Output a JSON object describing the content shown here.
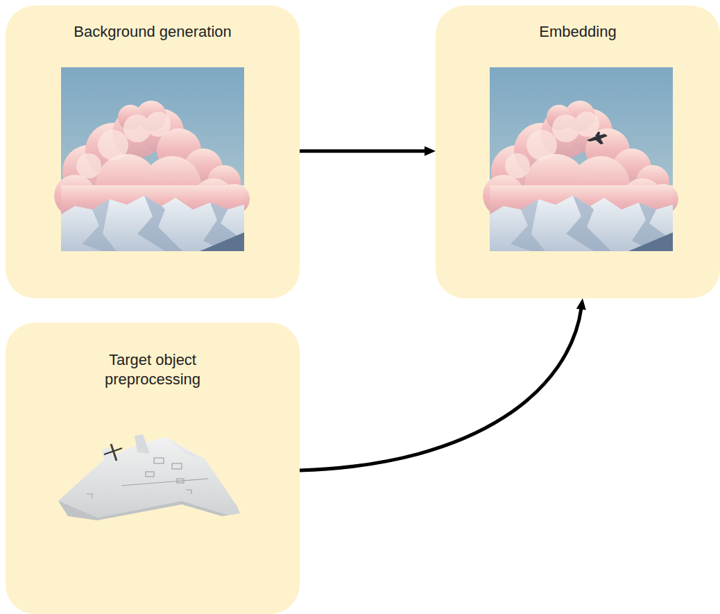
{
  "diagram": {
    "nodes": [
      {
        "text": [
          "Background generation"
        ]
      },
      {
        "text": [
          "Embedding"
        ]
      },
      {
        "text": [
          "Target object preprocessing"
        ]
      }
    ],
    "edges": [
      {
        "from": 0,
        "to": 1,
        "arrow": "to"
      },
      {
        "from": 2,
        "to": 1,
        "arrow": "to"
      }
    ]
  }
}
